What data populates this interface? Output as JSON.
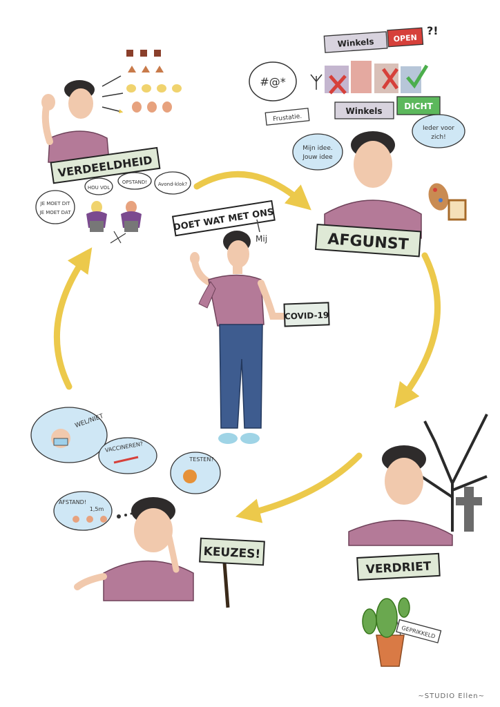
{
  "center": {
    "banner": "DOET WAT MET ONS",
    "mij": "Mij",
    "sign": "COVID-19"
  },
  "verdeeldheid": {
    "label": "VERDEELDHEID",
    "bubbles": [
      "JE MOET DIT",
      "JE MOET DAT",
      "HOU VOL",
      "OPSTAND!",
      "Avond-klok?"
    ]
  },
  "afgunst": {
    "label": "AFGUNST",
    "frustratie": "Frustatie.",
    "winkels_open": "Winkels",
    "open": "OPEN",
    "winkels_dicht": "Winkels",
    "dicht": "DICHT",
    "qmark": "?!",
    "bubble_left": [
      "Mijn idee.",
      "Jouw idee"
    ],
    "bubble_right": [
      "Ieder voor",
      "zich!"
    ]
  },
  "verdriet": {
    "label": "VERDRIET",
    "cactus_flag": "GEPRIKKELD"
  },
  "keuzes": {
    "label": "KEUZES!",
    "bubbles": [
      "WEL/NIET",
      "VACCINEREN?",
      "TESTEN?",
      "AFSTAND!",
      "1,5m"
    ]
  },
  "signature": "~STUDIO Ellen~",
  "colors": {
    "arrow": "#ecc94b",
    "shirt": "#b47a98",
    "jeans": "#3e5c8f",
    "hair": "#2e2b2b",
    "skin": "#f1c9ad",
    "cloud": "#cfe7f5",
    "label_bg": "#dfe9d6"
  }
}
